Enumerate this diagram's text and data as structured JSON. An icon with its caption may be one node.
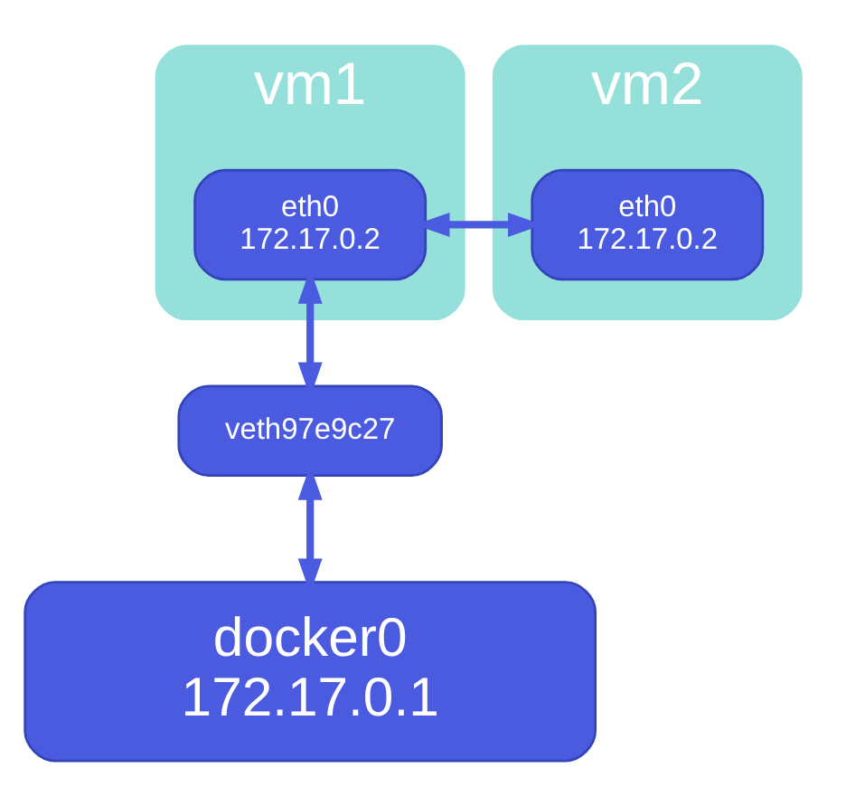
{
  "diagram": {
    "nodes": [
      {
        "text": [
          "vm1"
        ]
      },
      {
        "text": [
          "eth0",
          "172.17.0.2"
        ],
        "in": 0
      },
      {
        "text": [
          "vm2"
        ]
      },
      {
        "text": [
          "eth0",
          "172.17.0.2"
        ],
        "in": 2
      },
      {
        "text": [
          "veth97e9c27"
        ]
      },
      {
        "text": [
          "docker0",
          "172.17.0.1"
        ]
      }
    ],
    "edges": [
      {
        "from": 1,
        "to": 3,
        "arrow": "both"
      },
      {
        "from": 1,
        "to": 4,
        "arrow": "both"
      },
      {
        "from": 4,
        "to": 5,
        "arrow": "both"
      }
    ]
  }
}
